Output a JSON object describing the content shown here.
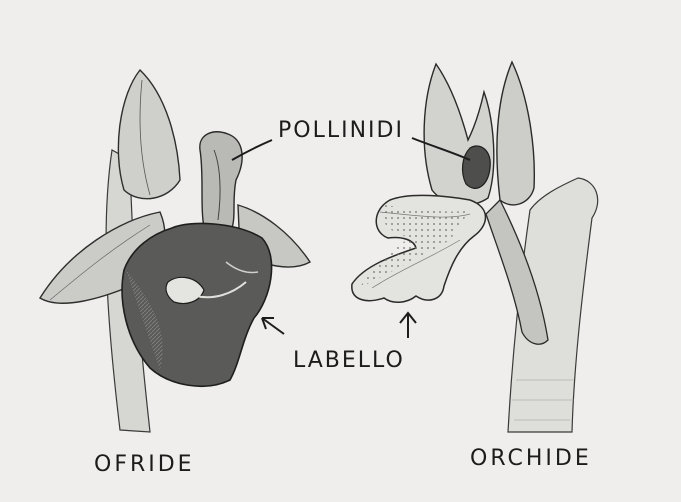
{
  "labels": {
    "pollinidi": "POLLINIDI",
    "labello": "LABELLO",
    "ofride": "OFRIDE",
    "orchide": "ORCHIDE"
  },
  "colors": {
    "paper": "#efeeec",
    "ink": "#1c1c1c",
    "petal_light": "#c9c9c6",
    "lip_dark": "#5a5a58",
    "speckle": "#7b7b78"
  }
}
